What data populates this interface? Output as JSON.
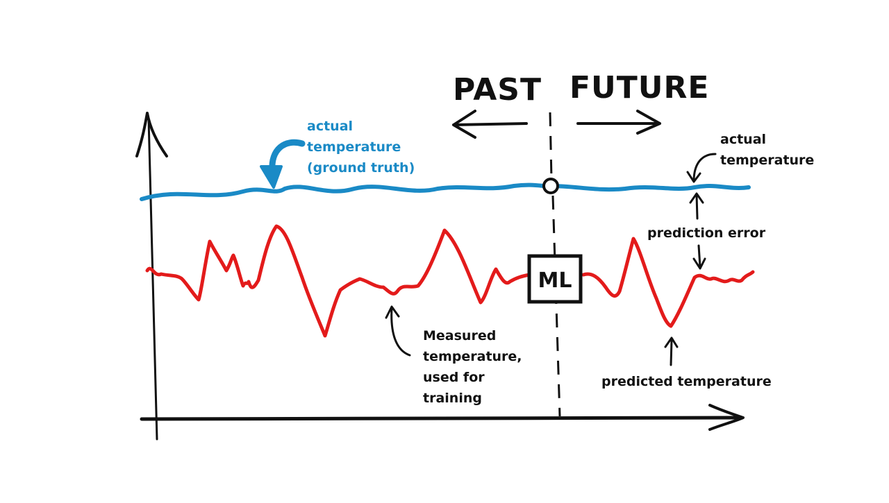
{
  "diagram": {
    "past_label": "PAST",
    "future_label": "FUTURE",
    "ml_label": "ML",
    "annotations": {
      "actual_temperature_ground_truth": "actual\ntemperature\n(ground truth)",
      "actual_temperature": "actual\ntemperature",
      "prediction_error": "prediction error",
      "measured_temperature": "Measured\ntemperature,\nused for\ntraining",
      "predicted_temperature": "predicted temperature"
    }
  },
  "colors": {
    "ground_truth_line": "#1a8ac6",
    "measured_line": "#e31b1b",
    "ink": "#111111"
  }
}
